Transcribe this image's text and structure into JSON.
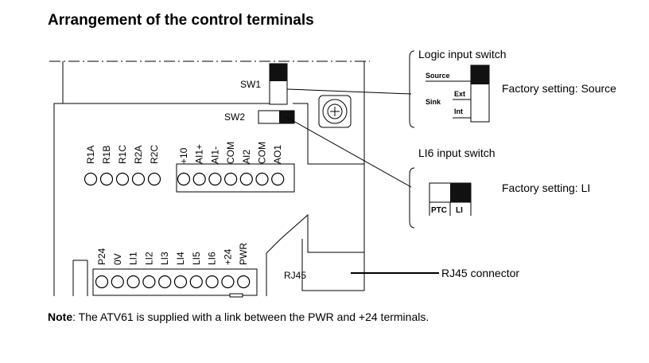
{
  "title": "Arrangement of the control terminals",
  "note": {
    "bold": "Note",
    "text": ": The ATV61 is supplied with a link between the PWR and +24 terminals."
  },
  "switches": {
    "sw1": "SW1",
    "sw2": "SW2"
  },
  "logic_switch": {
    "title": "Logic input switch",
    "source": "Source",
    "sink": "Sink",
    "ext": "Ext",
    "int": "Int",
    "factory": "Factory setting: Source"
  },
  "li6_switch": {
    "title": "LI6 input switch",
    "ptc": "PTC",
    "li": "LI",
    "factory": "Factory setting: LI"
  },
  "rj45": {
    "label": "RJ45",
    "connector": "RJ45 connector"
  },
  "terminals": {
    "relay": [
      "R1A",
      "R1B",
      "R1C",
      "R2A",
      "R2C"
    ],
    "analog": [
      "+10",
      "AI1+",
      "AI1-",
      "COM",
      "AI2",
      "COM",
      "AO1"
    ],
    "logic": [
      "P24",
      "0V",
      "LI1",
      "LI2",
      "LI3",
      "LI4",
      "LI5",
      "LI6",
      "+24",
      "PWR"
    ]
  }
}
